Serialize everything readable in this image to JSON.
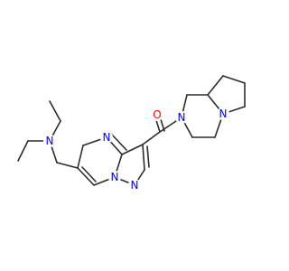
{
  "structure": {
    "atoms": {
      "O": {
        "text": "O",
        "color": "#ff0000"
      },
      "N_amide": {
        "text": "N",
        "color": "#0000ff"
      },
      "N_bridge": {
        "text": "N",
        "color": "#0000ff"
      },
      "N_pyrimidine": {
        "text": "N",
        "color": "#0000ff"
      },
      "N_pyrazole_a": {
        "text": "N",
        "color": "#0000ff"
      },
      "N_pyrazole_b": {
        "text": "N",
        "color": "#0000ff"
      },
      "N_amine": {
        "text": "N",
        "color": "#0000ff"
      }
    }
  }
}
